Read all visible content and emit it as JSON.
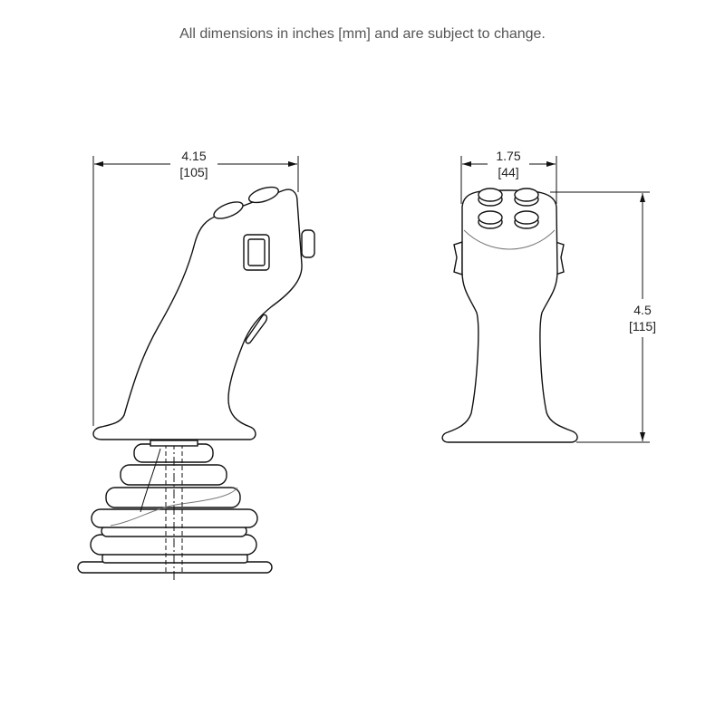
{
  "note": "All dimensions in inches [mm] and are subject to change.",
  "side_view": {
    "width_in": "4.15",
    "width_mm": "[105]"
  },
  "front_view": {
    "width_in": "1.75",
    "width_mm": "[44]",
    "height_in": "4.5",
    "height_mm": "[115]"
  }
}
